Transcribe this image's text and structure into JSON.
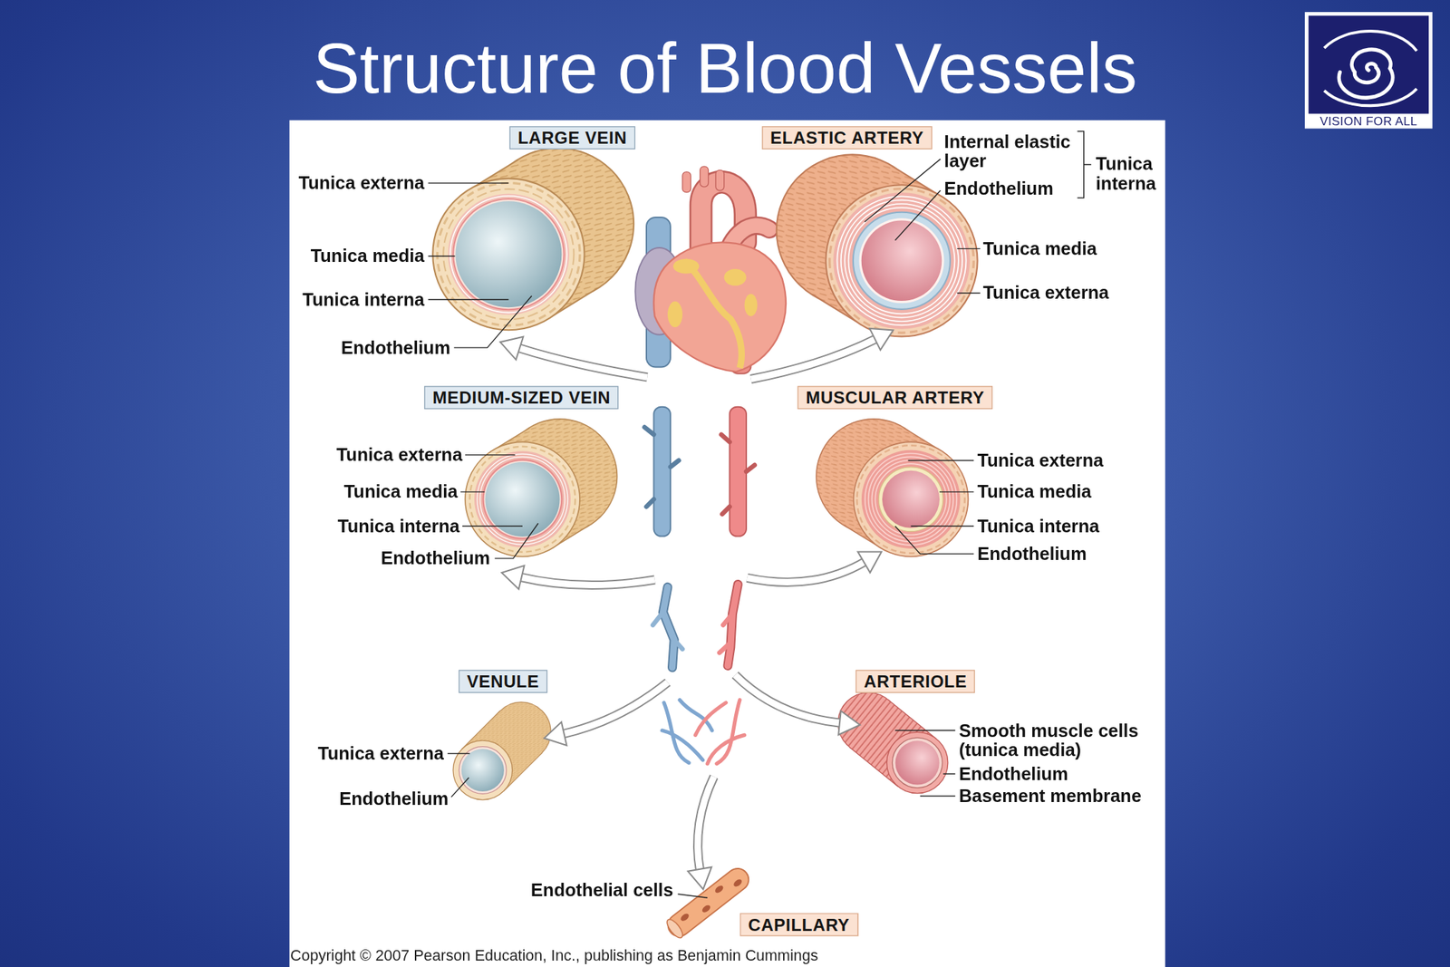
{
  "diagram": {
    "title": "Structure of Blood Vessels",
    "caption": "Copyright © 2007 Pearson Education, Inc., publishing as Benjamin Cummings",
    "nodes": [
      {
        "text": [
          "LARGE VEIN"
        ]
      },
      {
        "text": [
          "ELASTIC ARTERY"
        ]
      },
      {
        "text": [
          "MEDIUM-SIZED VEIN"
        ]
      },
      {
        "text": [
          "MUSCULAR ARTERY"
        ]
      },
      {
        "text": [
          "VENULE"
        ]
      },
      {
        "text": [
          "ARTERIOLE"
        ]
      },
      {
        "text": [
          "CAPILLARY"
        ]
      }
    ],
    "labels": [
      "Tunica externa",
      "Tunica media",
      "Tunica interna",
      "Endothelium",
      "Internal elastic layer",
      "Endothelium",
      "Tunica interna",
      "Tunica media",
      "Tunica externa",
      "Tunica externa",
      "Tunica media",
      "Tunica interna",
      "Endothelium",
      "Tunica externa",
      "Tunica media",
      "Tunica interna",
      "Endothelium",
      "Tunica externa",
      "Endothelium",
      "Smooth muscle cells (tunica media)",
      "Endothelium",
      "Basement membrane",
      "Endothelial cells",
      "VISION FOR ALL"
    ]
  }
}
